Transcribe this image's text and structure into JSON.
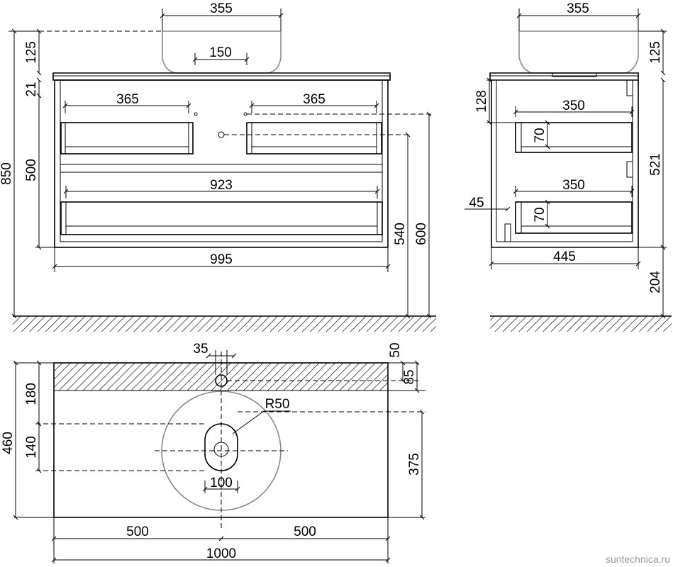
{
  "front_view": {
    "sink_width": "355",
    "sink_height": "125",
    "drain_width": "150",
    "top_thickness": "21",
    "drawer_width_left": "365",
    "drawer_width_right": "365",
    "front_height": "500",
    "bottom_drawer_width": "923",
    "total_height": "850",
    "cabinet_width": "995",
    "outlet_height_1": "540",
    "outlet_height_2": "600"
  },
  "side_view": {
    "sink_width": "355",
    "sink_height": "125",
    "top_offset": "128",
    "drawer_depth_top": "350",
    "drawer_height_top": "70",
    "body_height": "521",
    "drawer_depth_bottom": "350",
    "drawer_height_bottom": "70",
    "back_offset": "45",
    "cabinet_depth": "445",
    "wall_height": "204"
  },
  "top_view": {
    "hole_diameter": "35",
    "hole_offset": "50",
    "hole_center": "85",
    "back_zone": "180",
    "total_depth": "460",
    "drain_slot": "140",
    "radius": "R50",
    "sink_center_depth": "375",
    "drain_width": "100",
    "half_left": "500",
    "half_right": "500",
    "total_width": "1000"
  },
  "watermark": "suntechnica.ru"
}
